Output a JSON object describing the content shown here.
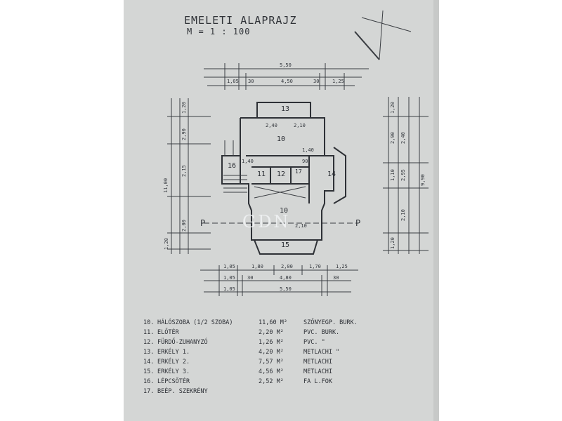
{
  "title": "EMELETI ALAPRAJZ",
  "scale": "M = 1 : 100",
  "watermark": "GDN",
  "rooms": {
    "r10_top": "10",
    "r10_bottom": "10",
    "r11": "11",
    "r12": "12",
    "r13": "13",
    "r14": "14",
    "r15": "15",
    "r16": "16",
    "r17": "17"
  },
  "dimensions": {
    "top_total": "5,50",
    "top_a": "1,05",
    "top_b": "30",
    "top_c": "4,50",
    "top_d": "30",
    "top_e": "1,25",
    "bottom_a": "1,05",
    "bottom_b": "1,80",
    "bottom_c": "2,00",
    "bottom_d": "1,70",
    "bottom_e": "1,25",
    "bottom_f": "1,05",
    "bottom_g": "30",
    "bottom_h": "4,80",
    "bottom_i": "30",
    "bottom_j": "1,05",
    "bottom_total": "5,50",
    "left_total": "11,00",
    "left_a": "1,20",
    "left_b": "2,90",
    "left_c": "2,15",
    "left_d": "2,00",
    "left_e": "1,20",
    "right_total": "9,90",
    "right_a": "1,20",
    "right_b": "2,90",
    "right_c": "2,40",
    "right_d": "1,10",
    "right_e": "2,95",
    "right_f": "2,10",
    "right_g": "1,20",
    "inner_a": "2,40",
    "inner_b": "2,10",
    "inner_c": "1,40",
    "inner_d": "1,40",
    "inner_e": "90",
    "inner_f": "2,10",
    "section_left": "P",
    "section_right": "P"
  },
  "legend": [
    {
      "num": "10.",
      "name": "HÁLÓSZOBA (1/2 SZOBA)",
      "area": "11,60 M²",
      "floor": "SZŐNYEGP. BURK."
    },
    {
      "num": "11.",
      "name": "ELŐTÉR",
      "area": "2,20 M²",
      "floor": "PVC.      BURK."
    },
    {
      "num": "12.",
      "name": "FÜRDŐ-ZUHANYZÓ",
      "area": "1,26 M²",
      "floor": "PVC.       \""
    },
    {
      "num": "13.",
      "name": "ERKÉLY 1.",
      "area": "4,20 M²",
      "floor": "METLACHI   \""
    },
    {
      "num": "14.",
      "name": "ERKÉLY 2.",
      "area": "7,57 M²",
      "floor": "METLACHI"
    },
    {
      "num": "15.",
      "name": "ERKÉLY 3.",
      "area": "4,56 M²",
      "floor": "METLACHI"
    },
    {
      "num": "16.",
      "name": "LÉPCSŐTÉR",
      "area": "2,52 M²",
      "floor": "FA L.FOK"
    },
    {
      "num": "17.",
      "name": "BEÉP. SZEKRÉNY",
      "area": "",
      "floor": ""
    }
  ]
}
